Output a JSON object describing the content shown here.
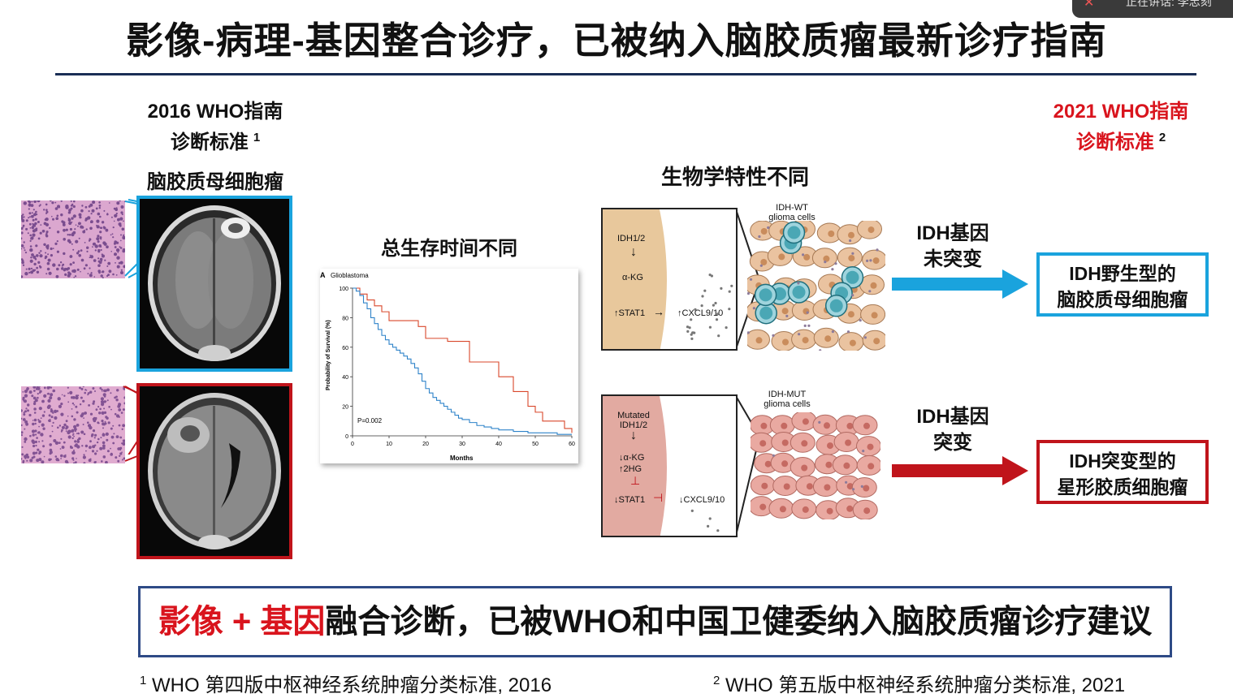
{
  "title": "影像-病理-基因整合诊疗，已被纳入脑胶质瘤最新诊疗指南",
  "overlay": {
    "text": "正在讲话: 李忠刻"
  },
  "left": {
    "year": "2016 WHO指南",
    "criteria": "诊断标准",
    "ref": "1",
    "tumor": "脑胶质母细胞瘤"
  },
  "right": {
    "year": "2021 WHO指南",
    "criteria": "诊断标准",
    "ref": "2"
  },
  "bio_title": "生物学特性不同",
  "survival_title": "总生存时间不同",
  "chart_data": {
    "type": "line",
    "title": "Glioblastoma",
    "panel": "A",
    "xlabel": "Months",
    "ylabel": "Probability of Survival (%)",
    "xlim": [
      0,
      60
    ],
    "ylim": [
      0,
      100
    ],
    "xticks": [
      0,
      10,
      20,
      30,
      40,
      50,
      60
    ],
    "yticks": [
      0,
      20,
      40,
      60,
      80,
      100
    ],
    "annotation": "P=0.002",
    "series": [
      {
        "color": "#d9472b",
        "x": [
          0,
          2,
          4,
          6,
          8,
          10,
          14,
          18,
          20,
          24,
          26,
          30,
          32,
          36,
          40,
          44,
          48,
          50,
          52,
          56,
          58,
          60
        ],
        "y": [
          100,
          96,
          92,
          88,
          84,
          78,
          78,
          74,
          66,
          66,
          64,
          64,
          50,
          50,
          40,
          30,
          20,
          16,
          10,
          10,
          5,
          2
        ]
      },
      {
        "color": "#2f83c9",
        "x": [
          0,
          1,
          2,
          3,
          4,
          5,
          6,
          7,
          8,
          9,
          10,
          11,
          12,
          13,
          14,
          15,
          16,
          17,
          18,
          19,
          20,
          21,
          22,
          23,
          24,
          25,
          26,
          27,
          28,
          29,
          30,
          32,
          34,
          36,
          38,
          40,
          44,
          48,
          52,
          56,
          60
        ],
        "y": [
          100,
          98,
          95,
          90,
          86,
          80,
          76,
          72,
          68,
          65,
          62,
          60,
          58,
          56,
          54,
          52,
          49,
          46,
          42,
          37,
          32,
          29,
          26,
          24,
          22,
          20,
          18,
          16,
          14,
          12,
          11,
          9,
          7,
          6,
          5,
          4,
          3,
          2,
          2,
          1,
          1
        ]
      }
    ]
  },
  "wt": {
    "pathway": {
      "gene": "IDH1/2",
      "metab": "α-KG",
      "stat": "STAT1",
      "cx": "CXCL9/10"
    },
    "cells_label": "IDH-WT\nglioma cells",
    "arrow_label_1": "IDH基因",
    "arrow_label_2": "未突变",
    "result_1": "IDH野生型的",
    "result_2": "脑胶质母细胞瘤",
    "color": "#1aa3dd"
  },
  "mut": {
    "pathway": {
      "gene1": "Mutated",
      "gene2": "IDH1/2",
      "metab": "α-KG",
      "metab2": "2HG",
      "stat": "STAT1",
      "cx": "CXCL9/10"
    },
    "cells_label": "IDH-MUT\nglioma cells",
    "arrow_label_1": "IDH基因",
    "arrow_label_2": "突变",
    "result_1": "IDH突变型的",
    "result_2": "星形胶质细胞瘤",
    "color": "#c0141b"
  },
  "bottom": {
    "highlight": "影像 + 基因",
    "rest": "融合诊断，已被WHO和中国卫健委纳入脑胶质瘤诊疗建议"
  },
  "footnotes": {
    "f1_num": "1",
    "f1_text": "WHO 第四版中枢神经系统肿瘤分类标准, 2016",
    "f2_num": "2",
    "f2_text": "WHO 第五版中枢神经系统肿瘤分类标准, 2021"
  },
  "colors": {
    "accent_blue": "#1aa3dd",
    "accent_red": "#c0141b",
    "title_rule": "#1a2e55",
    "bottom_border": "#2e4a86"
  }
}
